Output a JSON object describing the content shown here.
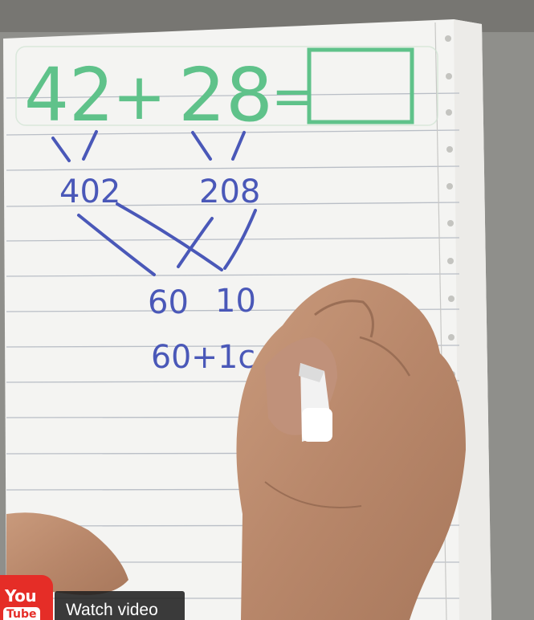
{
  "video": {
    "board": {
      "equation": {
        "left_addend": "42",
        "plus_sign": "+",
        "right_addend": "28",
        "equals_sign": "="
      },
      "expanded_left": "402",
      "expanded_right": "208",
      "tens_sum": "60",
      "ones_sum": "10",
      "partial_expression": "60+1c"
    }
  },
  "overlay": {
    "logo_top": "You",
    "logo_bottom": "Tube",
    "watch_label": "Watch video"
  }
}
